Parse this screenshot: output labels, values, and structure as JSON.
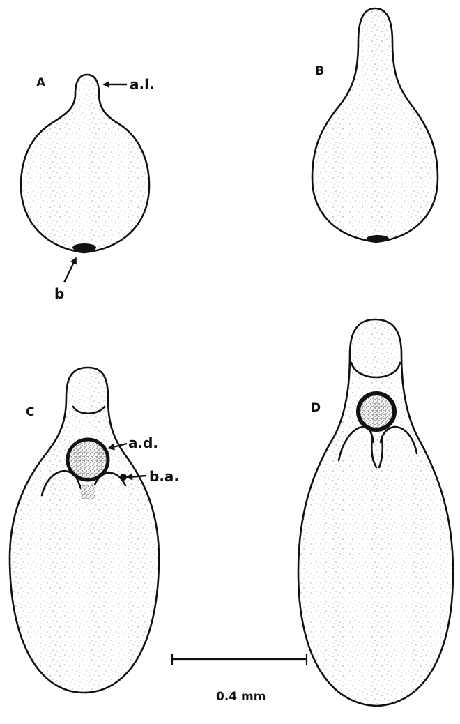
{
  "panels": {
    "a": {
      "letter": "A"
    },
    "b": {
      "letter": "B"
    },
    "c": {
      "letter": "C"
    },
    "d": {
      "letter": "D"
    }
  },
  "annotations": {
    "apical_lobe": "a.l.",
    "base": "b",
    "apical_disc": "a.d.",
    "basal_arms": "b.a."
  },
  "scale_bar": {
    "label": "0.4 mm"
  },
  "colors": {
    "ink": "#111111",
    "paper": "#ffffff"
  }
}
